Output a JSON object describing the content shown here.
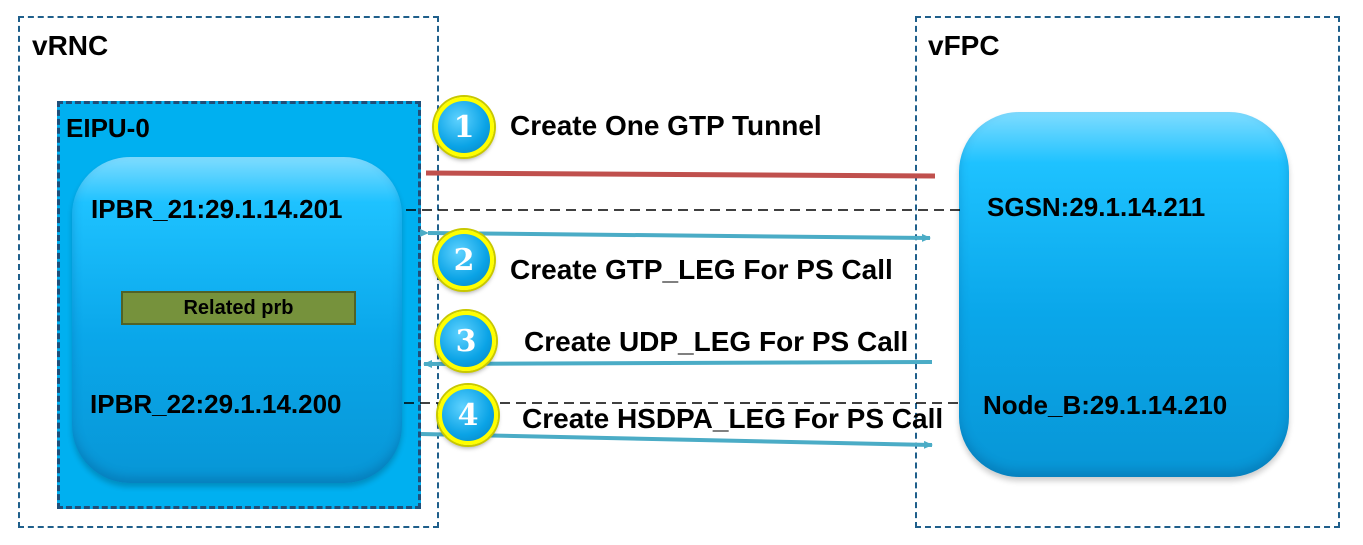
{
  "vrnc": {
    "label": "vRNC",
    "eipu": {
      "label": "EIPU-0",
      "ipbr_21": "IPBR_21:29.1.14.201",
      "related": "Related prb",
      "ipbr_22": "IPBR_22:29.1.14.200"
    }
  },
  "vfpc": {
    "label": "vFPC",
    "sgsn": "SGSN:29.1.14.211",
    "node_b": "Node_B:29.1.14.210"
  },
  "steps": [
    {
      "number": "1",
      "label": "Create One GTP Tunnel"
    },
    {
      "number": "2",
      "label": "Create GTP_LEG For PS Call"
    },
    {
      "number": "3",
      "label": "Create UDP_LEG For PS Call"
    },
    {
      "number": "4",
      "label": "Create HSDPA_LEG For PS Call"
    }
  ],
  "colors": {
    "tunnel": "#c0504d",
    "leg_arrow": "#4bacc6",
    "panel": "#00b0f0",
    "prb": "#76923c",
    "badge_ring": "#ffff00"
  }
}
